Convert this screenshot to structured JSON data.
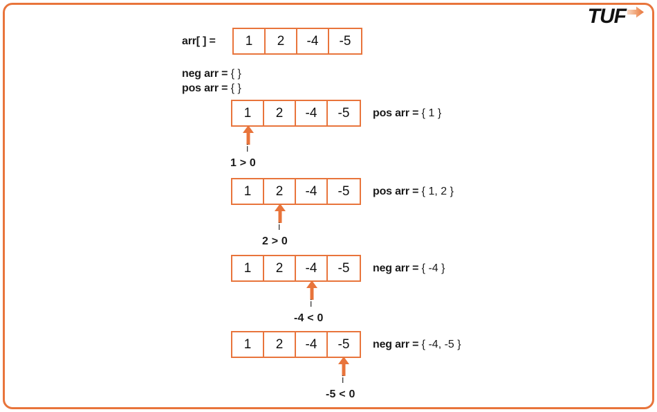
{
  "brand": {
    "logo_text": "TUF",
    "logo_arrow_icon": "arrow-right-icon",
    "accent_color": "#E8743B",
    "text_color": "#111111"
  },
  "frame": {
    "border_color": "#E8743B",
    "background": "#ffffff"
  },
  "header": {
    "arr_label": "arr[ ] =",
    "arr_values": [
      "1",
      "2",
      "-4",
      "-5"
    ]
  },
  "init_state": [
    {
      "key": "neg arr =",
      "value": "{ }"
    },
    {
      "key": "pos arr =",
      "value": "{ }"
    }
  ],
  "steps": [
    {
      "array": [
        "1",
        "2",
        "-4",
        "-5"
      ],
      "pointer_index": 0,
      "pointer_label": "i",
      "condition": "1 > 0",
      "result_key": "pos arr =",
      "result_value": "{ 1 }"
    },
    {
      "array": [
        "1",
        "2",
        "-4",
        "-5"
      ],
      "pointer_index": 1,
      "pointer_label": "i",
      "condition": "2 > 0",
      "result_key": "pos arr =",
      "result_value": "{ 1, 2 }"
    },
    {
      "array": [
        "1",
        "2",
        "-4",
        "-5"
      ],
      "pointer_index": 2,
      "pointer_label": "i",
      "condition": "-4 < 0",
      "result_key": "neg arr =",
      "result_value": "{ -4 }"
    },
    {
      "array": [
        "1",
        "2",
        "-4",
        "-5"
      ],
      "pointer_index": 3,
      "pointer_label": "i",
      "condition": "-5 < 0",
      "result_key": "neg arr =",
      "result_value": "{ -4, -5 }"
    }
  ]
}
